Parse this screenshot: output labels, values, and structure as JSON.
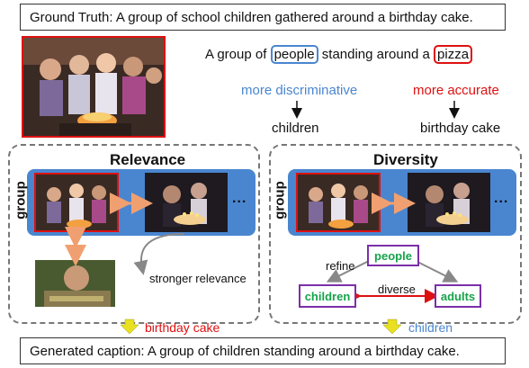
{
  "ground_truth": "Ground Truth: A group of school children gathered around  a birthday cake.",
  "top_caption": {
    "pre": "A group of ",
    "word1": "people",
    "mid": " standing around  a ",
    "word2": "pizza"
  },
  "more_discriminative": "more discriminative",
  "more_accurate": "more accurate",
  "children_label": "children",
  "birthday_cake_label": "birthday cake",
  "relevance": {
    "title": "Relevance",
    "group": "group",
    "dots": "...",
    "stronger": "stronger relevance",
    "output": "birthday cake"
  },
  "diversity": {
    "title": "Diversity",
    "group": "group",
    "dots": "...",
    "refine": "refine",
    "people": "people",
    "children": "children",
    "adults": "adults",
    "diverse": "diverse",
    "output": "children"
  },
  "generated": "Generated caption: A group of children standing around  a birthday cake.",
  "colors": {
    "accent_blue": "#4a86d0",
    "accent_red": "#d11111",
    "green": "#16a34a",
    "purple": "#7b2fa8",
    "arrow_orange": "#f0a070",
    "arrow_yellow": "#e8e020"
  }
}
